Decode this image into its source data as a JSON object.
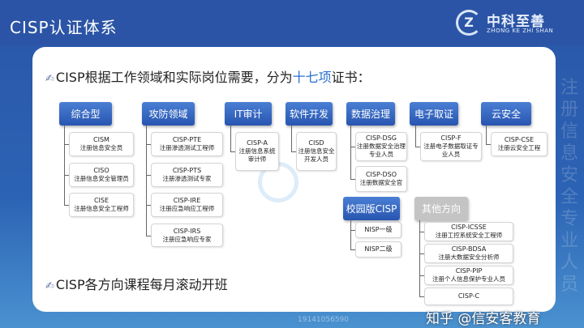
{
  "header": {
    "title": "CISP认证体系",
    "logo_cn": "中科至善",
    "logo_en": "ZHONG KE ZHI SHAN",
    "logo_icon": "zks-logo-icon"
  },
  "intro": {
    "pre": "CISP根据工作领域和实际岗位需要，分为",
    "highlight": "十七项",
    "post": "证书：",
    "highlight_color": "#2a6fd0"
  },
  "categories": [
    {
      "label": "综合型",
      "items": [
        {
          "code": "CISM",
          "name": "注册信息安全员"
        },
        {
          "code": "CISO",
          "name": "注册信息安全管理员"
        },
        {
          "code": "CISE",
          "name": "注册信息安全工程师"
        }
      ]
    },
    {
      "label": "攻防领域",
      "items": [
        {
          "code": "CISP-PTE",
          "name": "注册渗透测试工程师"
        },
        {
          "code": "CISP-PTS",
          "name": "注册渗透测试专家"
        },
        {
          "code": "CISP-IRE",
          "name": "注册应急响应工程师"
        },
        {
          "code": "CISP-IRS",
          "name": "注册应急响应专家"
        }
      ]
    },
    {
      "label": "IT审计",
      "items": [
        {
          "code": "CISP-A",
          "name": "注册信息系统审计师"
        }
      ]
    },
    {
      "label": "软件开发",
      "items": [
        {
          "code": "CISD",
          "name": "注册信息安全开发人员"
        }
      ]
    },
    {
      "label": "数据治理",
      "items": [
        {
          "code": "CISP-DSG",
          "name": "注册数据安全治理专业人员"
        },
        {
          "code": "CISP-DSO",
          "name": "注册数据安全官"
        }
      ]
    },
    {
      "label": "电子取证",
      "items": [
        {
          "code": "CISP-F",
          "name": "注册电子数据取证专业人员"
        }
      ]
    },
    {
      "label": "云安全",
      "items": [
        {
          "code": "CISP-CSE",
          "name": "注册云安全工程"
        }
      ]
    },
    {
      "label": "校园版CISP",
      "items": [
        {
          "code": "NISP一级"
        },
        {
          "code": "NISP二级"
        }
      ]
    },
    {
      "label": "其他方向",
      "items": [
        {
          "code": "CISP-ICSSE",
          "name": "注册工控系统安全工程师"
        },
        {
          "code": "CISP-BDSA",
          "name": "注册大数据安全分析师"
        },
        {
          "code": "CISP-PIP",
          "name": "注册个人信息保护专业人员"
        },
        {
          "code": "CISP-C"
        }
      ]
    }
  ],
  "footer_line": "CISP各方向课程每月滚动开班",
  "side_text": "注册信息安全专业人员",
  "phone": "19141056590",
  "watermark": "知乎 @信安客教育"
}
